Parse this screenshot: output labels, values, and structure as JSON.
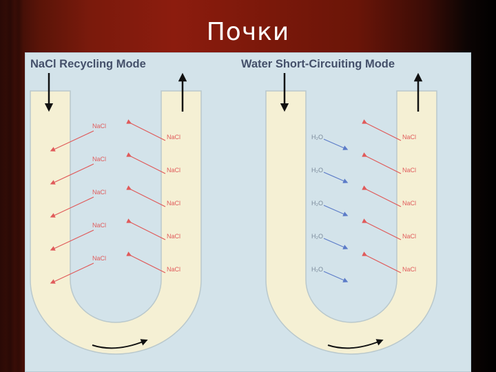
{
  "slide": {
    "title": "Почки"
  },
  "panels": [
    {
      "title": "NaCl Recycling Mode",
      "descending_labels": [
        "NaCl",
        "NaCl",
        "NaCl",
        "NaCl",
        "NaCl"
      ],
      "ascending_labels": [
        "NaCl",
        "NaCl",
        "NaCl",
        "NaCl",
        "NaCl"
      ]
    },
    {
      "title": "Water Short-Circuiting Mode",
      "descending_labels": [
        "H₂O",
        "H₂O",
        "H₂O",
        "H₂O",
        "H₂O"
      ],
      "ascending_labels": [
        "NaCl",
        "NaCl",
        "NaCl",
        "NaCl",
        "NaCl"
      ]
    }
  ],
  "colors": {
    "tube_fill": "#f5f0d4",
    "tube_stroke": "#b9c8cc",
    "background": "#d3e3ea",
    "nacl_arrow": "#e05a5a",
    "water_arrow": "#5b7bc8",
    "flow_arrow": "#111111",
    "title_text": "#44506a"
  }
}
